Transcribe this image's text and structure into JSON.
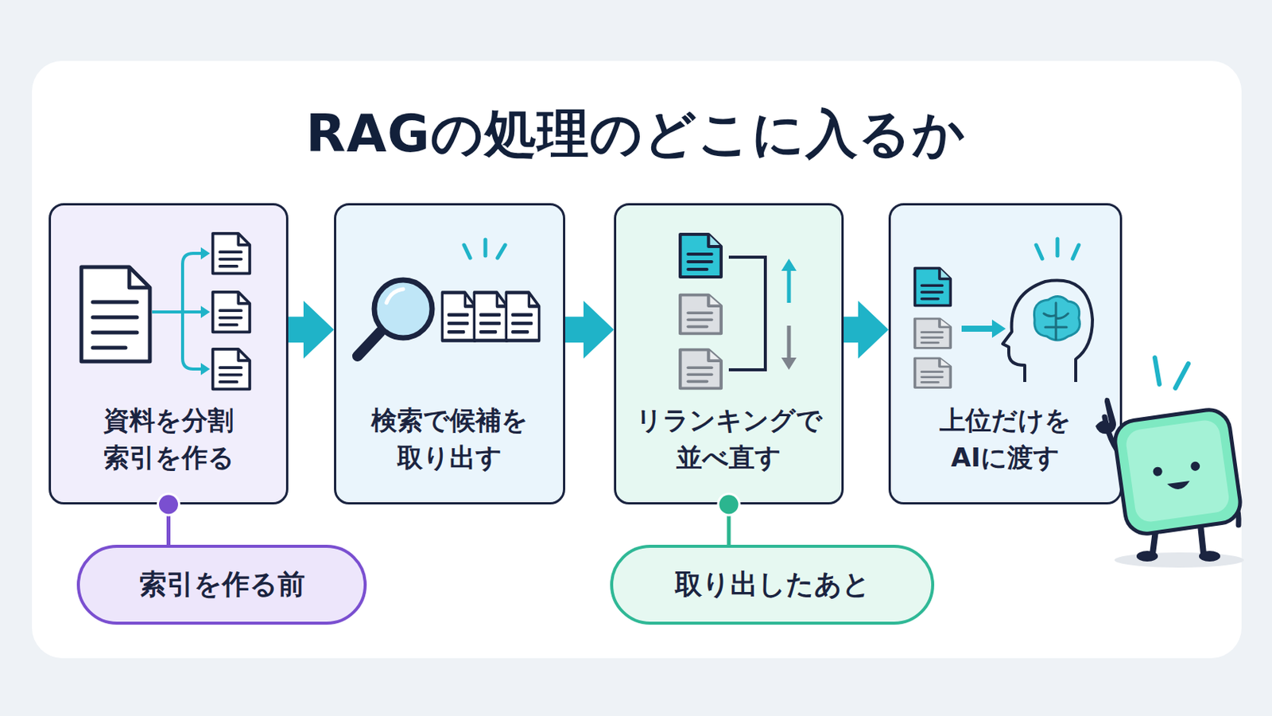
{
  "diagram": {
    "title": "RAGの処理のどこに入るか",
    "nodes": [
      {
        "text": [
          "資料を分割 索引を作る"
        ]
      },
      {
        "text": [
          "検索で候補を 取り出す"
        ]
      },
      {
        "text": [
          "リランキングで 並べ直す"
        ]
      },
      {
        "text": [
          "上位だけを AIに渡す"
        ]
      },
      {
        "text": [
          "索引を作る前"
        ]
      },
      {
        "text": [
          "取り出したあと"
        ]
      }
    ],
    "edges": [
      {
        "from": 0,
        "to": 1,
        "arrow": "to"
      },
      {
        "from": 1,
        "to": 2,
        "arrow": "to"
      },
      {
        "from": 2,
        "to": 3,
        "arrow": "to"
      },
      {
        "from": 0,
        "to": 4,
        "arrow": "none"
      },
      {
        "from": 2,
        "to": 5,
        "arrow": "none"
      }
    ]
  }
}
